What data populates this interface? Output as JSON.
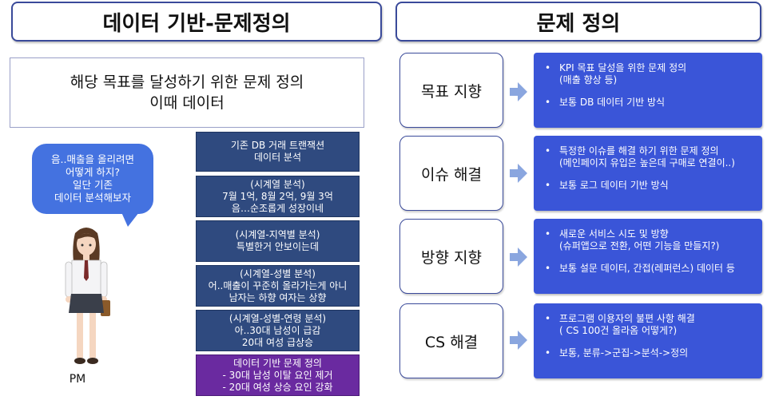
{
  "left_header": "데이터 기반-문제정의",
  "right_header": "문제 정의",
  "goal_box": {
    "line1": "해당 목표를 달성하기 위한 문제 정의",
    "line2": "이때 데이터"
  },
  "bubble": {
    "lines": [
      "음..매출을 올리려면",
      "어떻게 하지?",
      "일단 기존",
      "데이터 분석해보자"
    ]
  },
  "pm_label": "PM",
  "steps": [
    {
      "lines": [
        "기존 DB 거래 트랜잭션",
        "데이터 분석"
      ]
    },
    {
      "lines": [
        "(시계열 분석)",
        "7월 1억, 8월 2억, 9월 3억",
        "음…순조롭게 성장이네"
      ]
    },
    {
      "lines": [
        "(시계열-지역별 분석)",
        "특별한거 안보이는데"
      ]
    },
    {
      "lines": [
        "(시계열-성별 분석)",
        "어..매출이 꾸준히 올라가는게 아니",
        "남자는 하향 여자는 상향"
      ]
    },
    {
      "lines": [
        "(시계열-성별-연령 분석)",
        "아..30대 남성이 급감",
        "20대 여성 급상승"
      ]
    },
    {
      "lines": [
        "데이터 기반 문제 정의",
        "- 30대 남성 이탈 요인 제거",
        "- 20대 여성 상승 요인 강화"
      ]
    }
  ],
  "categories": [
    {
      "label": "목표 지향",
      "items": [
        [
          "KPI 목표 달성을 위한 문제 정의",
          "(매출 향상 등)"
        ],
        [
          "보통 DB 데이터 기반 방식"
        ]
      ]
    },
    {
      "label": "이슈 해결",
      "items": [
        [
          "특정한 이슈를 해결 하기 위한 문제 정의",
          "(메인페이지 유입은 높은데 구매로 연결이..)"
        ],
        [
          "보통 로그 데이터 기반 방식"
        ]
      ]
    },
    {
      "label": "방향 지향",
      "items": [
        [
          "새로운 서비스 시도 및 방향",
          "(슈퍼앱으로 전환, 어떤 기능을 만들지?)"
        ],
        [
          "보통 설문 데이터, 간접(레퍼런스) 데이터 등"
        ]
      ]
    },
    {
      "label": "CS 해결",
      "items": [
        [
          "프로그램 이용자의 불편 사항 해결",
          "( CS 100건 올라옴 어떻게?)"
        ],
        [
          "보통, 분류->군집->분석->정의"
        ]
      ]
    }
  ],
  "colors": {
    "step_bg": "#2f4a7f",
    "final_step_bg": "#6a2aa0",
    "desc_bg": "#3a55d8",
    "bubble_bg": "#4472e0",
    "arrow": "#8aa6df"
  }
}
